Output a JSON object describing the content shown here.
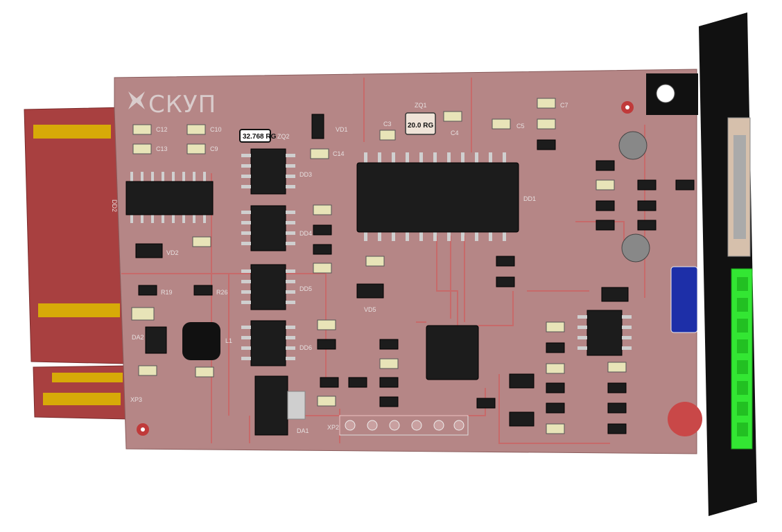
{
  "board": {
    "logo_text": "СКУП",
    "crystal_small_label": "32.768 RG",
    "crystal_large_label": "20.0 RG",
    "designators": {
      "dd1": "DD1",
      "dd2": "DD2",
      "dd3": "DD3",
      "dd4": "DD4",
      "dd5": "DD5",
      "dd6": "DD6",
      "vd1": "VD1",
      "vd2": "VD2",
      "vd5": "VD5",
      "zq1": "ZQ1",
      "zq2": "ZQ2",
      "c3": "C3",
      "c4": "C4",
      "c5": "C5",
      "c7": "C7",
      "c9": "C9",
      "c10": "C10",
      "c12": "C12",
      "c13": "C13",
      "c14": "C14",
      "da1": "DA1",
      "da2": "DA2",
      "l1": "L1",
      "xp2": "XP2",
      "xp3": "XP3",
      "r19": "R19",
      "r26": "R26"
    }
  },
  "colors": {
    "board": "#b58686",
    "edge_connector": "#a84040",
    "gold": "#d7aa08",
    "bracket": "#111111",
    "terminal_block": "#33e633",
    "switch": "#1d2fa8"
  }
}
